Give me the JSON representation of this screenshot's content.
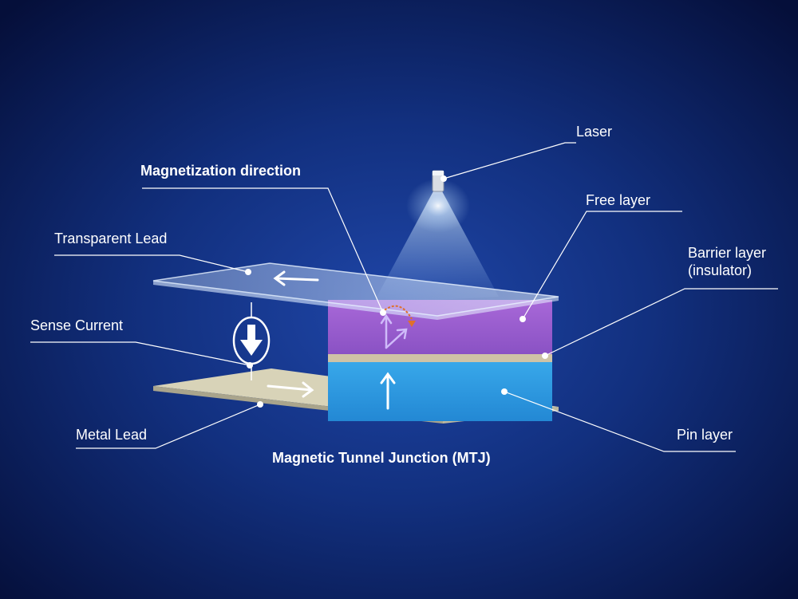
{
  "labels": {
    "laser": "Laser",
    "magnetization_direction": "Magnetization direction",
    "free_layer": "Free layer",
    "transparent_lead": "Transparent Lead",
    "barrier_layer": "Barrier layer\n(insulator)",
    "sense_current": "Sense Current",
    "metal_lead": "Metal Lead",
    "pin_layer": "Pin layer",
    "caption": "Magnetic Tunnel Junction (MTJ)"
  },
  "colors": {
    "background_center": "#1c3f9e",
    "background_edge": "#050f3a",
    "free_layer": "#9a5cd0",
    "barrier_layer": "#cfc3a6",
    "pin_layer": "#2f9fe3",
    "metal_lead": "#d8d3b8",
    "leader_line": "#ffffff",
    "laser_beam": "#cfe9ff",
    "precession_arrow": "#e0702a"
  },
  "icons": {
    "laser": "laser-emitter-icon",
    "current_arrow": "down-arrow-in-ellipse-icon",
    "magnetization_arrows": "arrow-icon"
  }
}
